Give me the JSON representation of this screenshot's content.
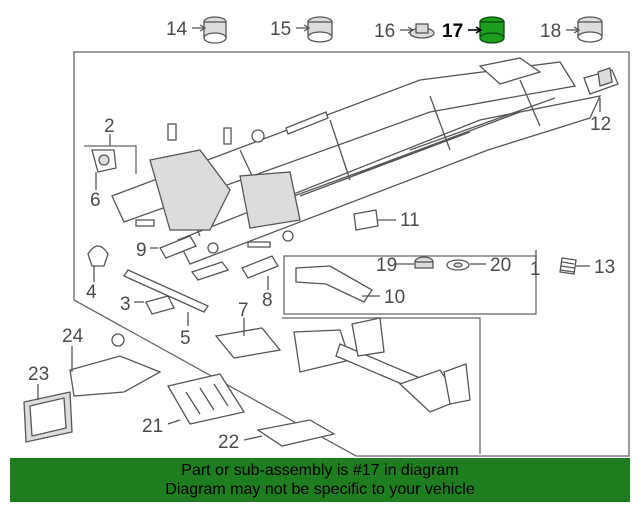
{
  "callouts": {
    "c1": "1",
    "c2": "2",
    "c3": "3",
    "c4": "4",
    "c5": "5",
    "c6": "6",
    "c7": "7",
    "c8": "8",
    "c9": "9",
    "c10": "10",
    "c11": "11",
    "c12": "12",
    "c13": "13",
    "c14": "14",
    "c15": "15",
    "c16": "16",
    "c17": "17",
    "c18": "18",
    "c19": "19",
    "c20": "20",
    "c21": "21",
    "c22": "22",
    "c23": "23",
    "c24": "24"
  },
  "highlighted_part": "17",
  "colors": {
    "banner": "#1e7d1e",
    "highlight_part": "#1e9e1e",
    "line_art": "#555555"
  },
  "footer": {
    "line1": "Part or sub-assembly is #17 in diagram",
    "line2": "Diagram may not be specific to your vehicle"
  }
}
